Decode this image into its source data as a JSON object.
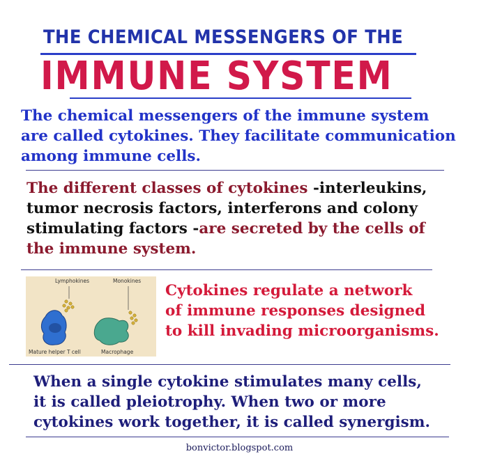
{
  "header": {
    "subtitle": "THE CHEMICAL MESSENGERS OF THE",
    "title": "IMMUNE SYSTEM"
  },
  "intro": {
    "lines": [
      "The chemical messengers of the immune system",
      "are called cytokines. They facilitate communication",
      "among immune cells."
    ]
  },
  "classes": {
    "line1_accent": "The different classes  of cytokines",
    "line1_rest": " -interleukins,",
    "line2": "tumor necrosis factors, interferons and colony",
    "line3_plain": "stimulating factors -",
    "line3_accent": "are secreted by the cells of",
    "line4_accent": "the immune system."
  },
  "figure": {
    "label_top_left": "Lymphokines",
    "label_top_right": "Monokines",
    "label_bottom_left": "Mature helper T cell",
    "label_bottom_right": "Macrophage",
    "colors": {
      "background": "#f2e4c6",
      "t_cell": "#2f6fd0",
      "macrophage": "#4aa88f",
      "granules": "#d6b23a"
    }
  },
  "network": {
    "lines": [
      "Cytokines regulate a network",
      "of immune responses designed",
      "to kill invading microorganisms."
    ]
  },
  "pleiotrophy": {
    "lines": [
      "When a single cytokine stimulates many cells,",
      "it is called pleiotrophy. When two or more",
      "cytokines work together, it is called synergism."
    ]
  },
  "footer": {
    "credit": "bonvictor.blogspot.com"
  }
}
